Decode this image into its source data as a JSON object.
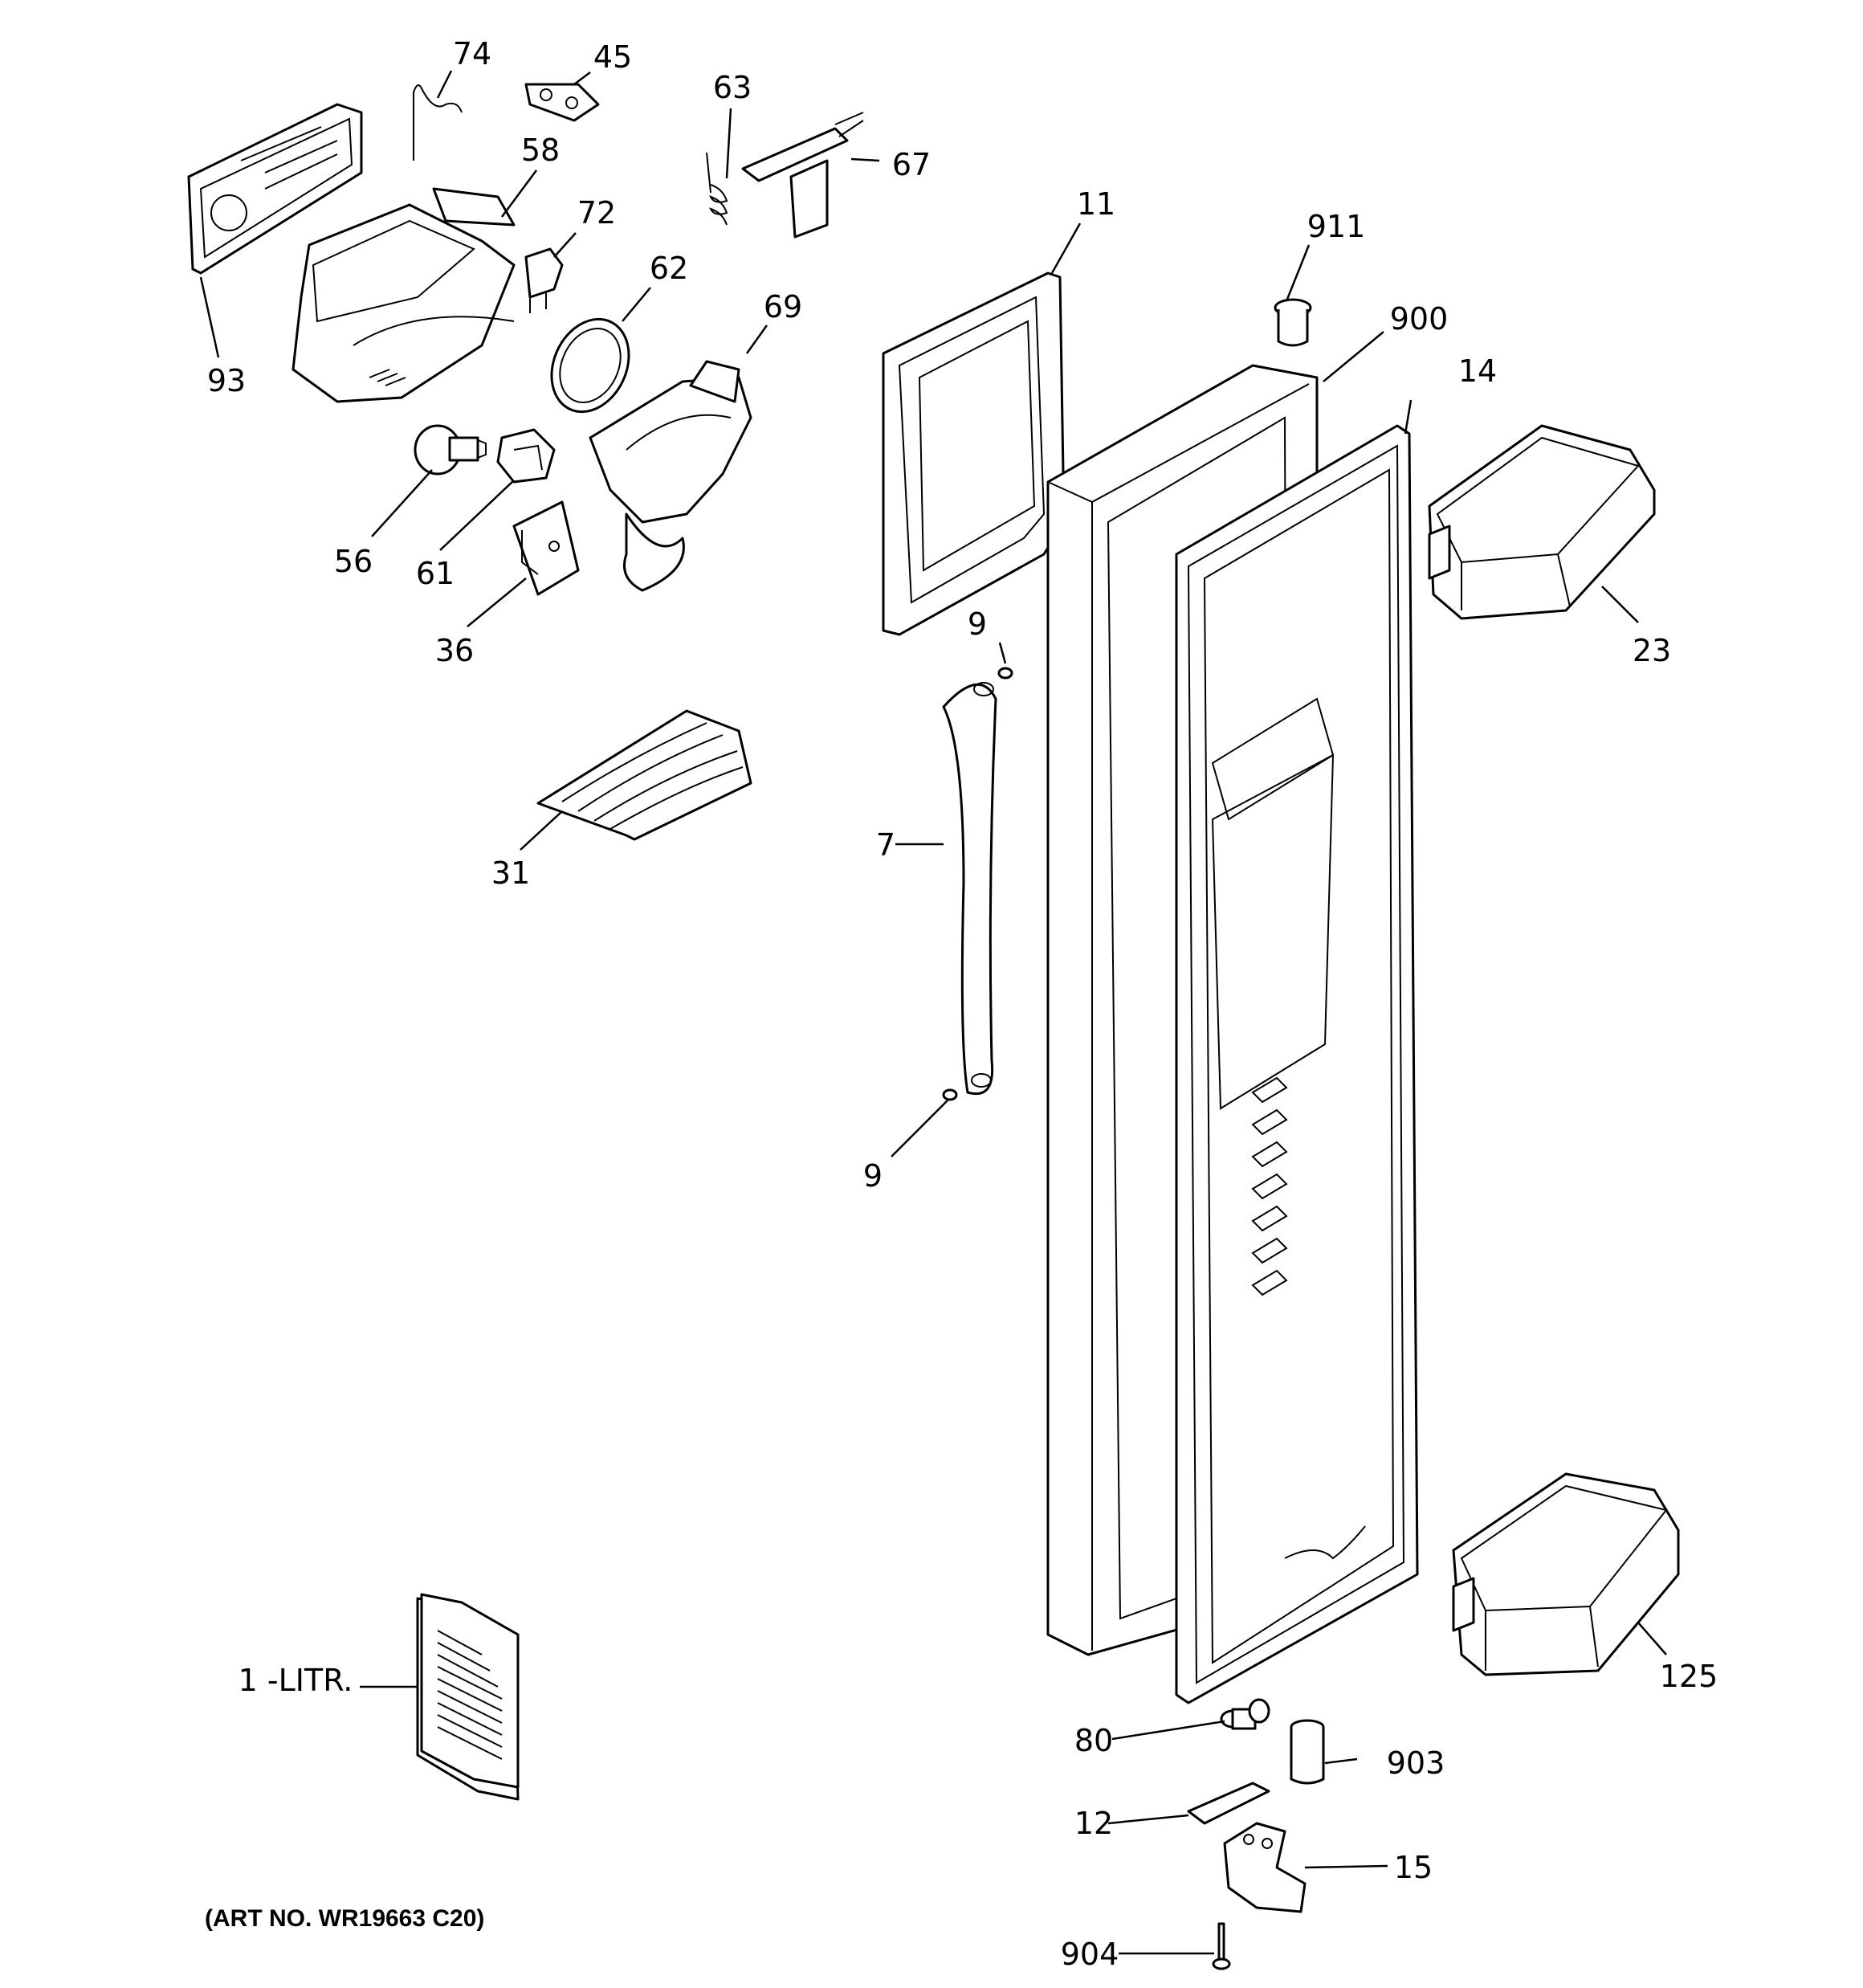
{
  "labels": {
    "p74": "74",
    "p45": "45",
    "p63": "63",
    "p67": "67",
    "p58": "58",
    "p72": "72",
    "p62": "62",
    "p69": "69",
    "p93": "93",
    "p56": "56",
    "p61": "61",
    "p36": "36",
    "p31": "31",
    "p11": "11",
    "p911": "911",
    "p900": "900",
    "p14": "14",
    "p23": "23",
    "p9a": "9",
    "p7": "7",
    "p9b": "9",
    "p1": "1 -LITR.",
    "p125": "125",
    "p80": "80",
    "p903": "903",
    "p12": "12",
    "p15": "15",
    "p904": "904"
  },
  "art_number": "(ART NO. WR19663 C20)"
}
